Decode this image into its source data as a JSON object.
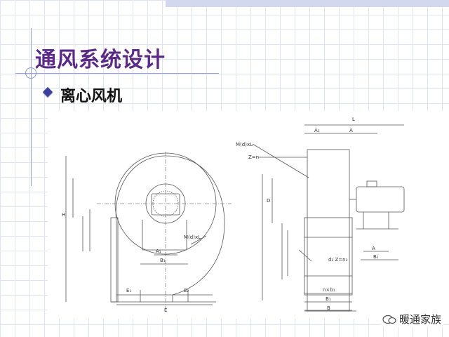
{
  "slide": {
    "title": "通风系统设计",
    "bullet": "离心风机"
  },
  "drawing_labels": {
    "side_note": "M(d)xL",
    "front_note": "M(d)xL",
    "front_z": "Z=n",
    "side_d2z": "d₂ Z=n₂",
    "L": "L",
    "A1": "A₁",
    "A": "A",
    "E1": "E₁",
    "E2": "E₂",
    "E": "E",
    "B1": "B₁",
    "B": "B",
    "nxb": "n×b₁",
    "D": "D",
    "H": "H"
  },
  "watermark": {
    "text": "暖通家族"
  },
  "colors": {
    "title": "#5b2a86",
    "bullet": "#3b3fa0",
    "grid": "#dfe3f2"
  }
}
